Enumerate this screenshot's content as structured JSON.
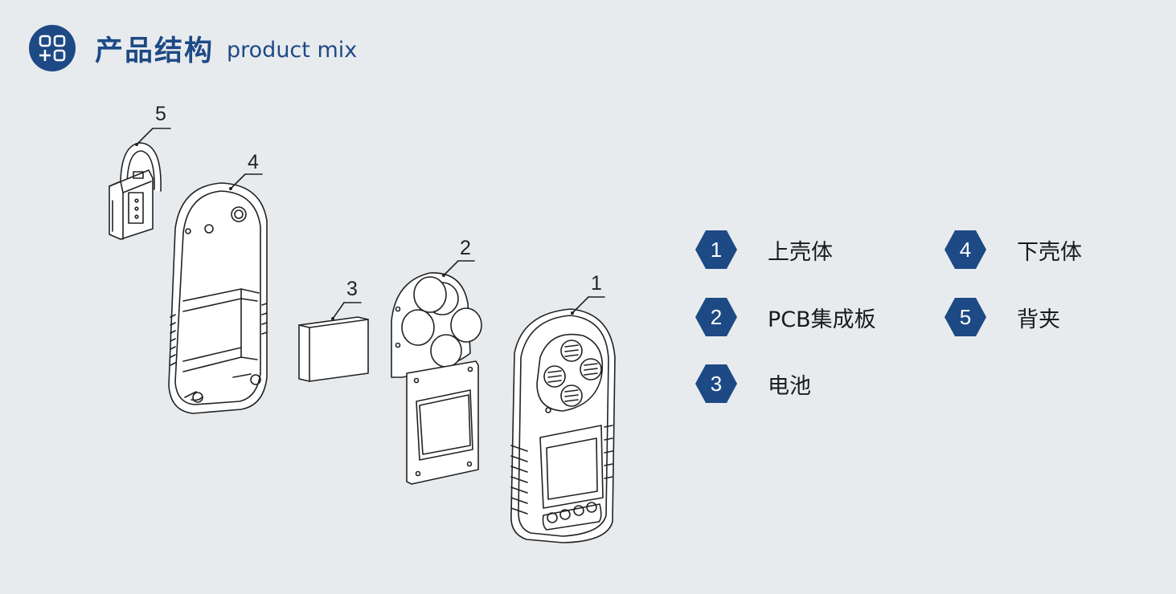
{
  "header": {
    "icon": "grid-plus-icon",
    "title_zh": "产品结构",
    "title_en": "product mix"
  },
  "callouts": [
    "1",
    "2",
    "3",
    "4",
    "5"
  ],
  "legend": [
    {
      "num": "1",
      "label": "上壳体"
    },
    {
      "num": "2",
      "label": "PCB集成板"
    },
    {
      "num": "3",
      "label": "电池"
    },
    {
      "num": "4",
      "label": "下壳体"
    },
    {
      "num": "5",
      "label": "背夹"
    }
  ],
  "colors": {
    "accent": "#1d4a85",
    "background": "#e8ebee",
    "line": "#222222"
  }
}
